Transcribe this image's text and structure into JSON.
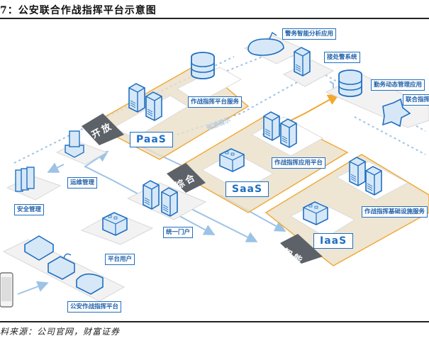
{
  "figure": {
    "title": "7：公安联合作战指挥平台示意图",
    "source": "料来源：公司官网，财富证券"
  },
  "layers": {
    "open": {
      "tag": "开放",
      "tier": "PaaS",
      "service": "作战指挥平台服务"
    },
    "integrated": {
      "tag": "综合",
      "tier": "SaaS",
      "service": "作战指挥应用平台"
    },
    "smart": {
      "tag": "智能",
      "tier": "IaaS",
      "service": "作战指挥基础设施服务"
    }
  },
  "resource_display": "资源展示",
  "nodes": {
    "police_analysis": "警务智能分析应用",
    "alarm_system": "接处警系统",
    "duty_management": "勤务动态管理应用",
    "joint_command": "联合指挥",
    "ops_management": "运维管理",
    "security_management": "安全管理",
    "unified_portal": "统一门户",
    "platform_users": "平台用户",
    "police_platform": "公安作战指挥平台"
  },
  "colors": {
    "accent_blue": "#1f6fc1",
    "light_blue": "#cfe3f7",
    "layer_fill": "#eadfc8",
    "layer_border": "#f0a830",
    "tag_bg": "#5d6168",
    "connector": "#9cc3e6"
  }
}
